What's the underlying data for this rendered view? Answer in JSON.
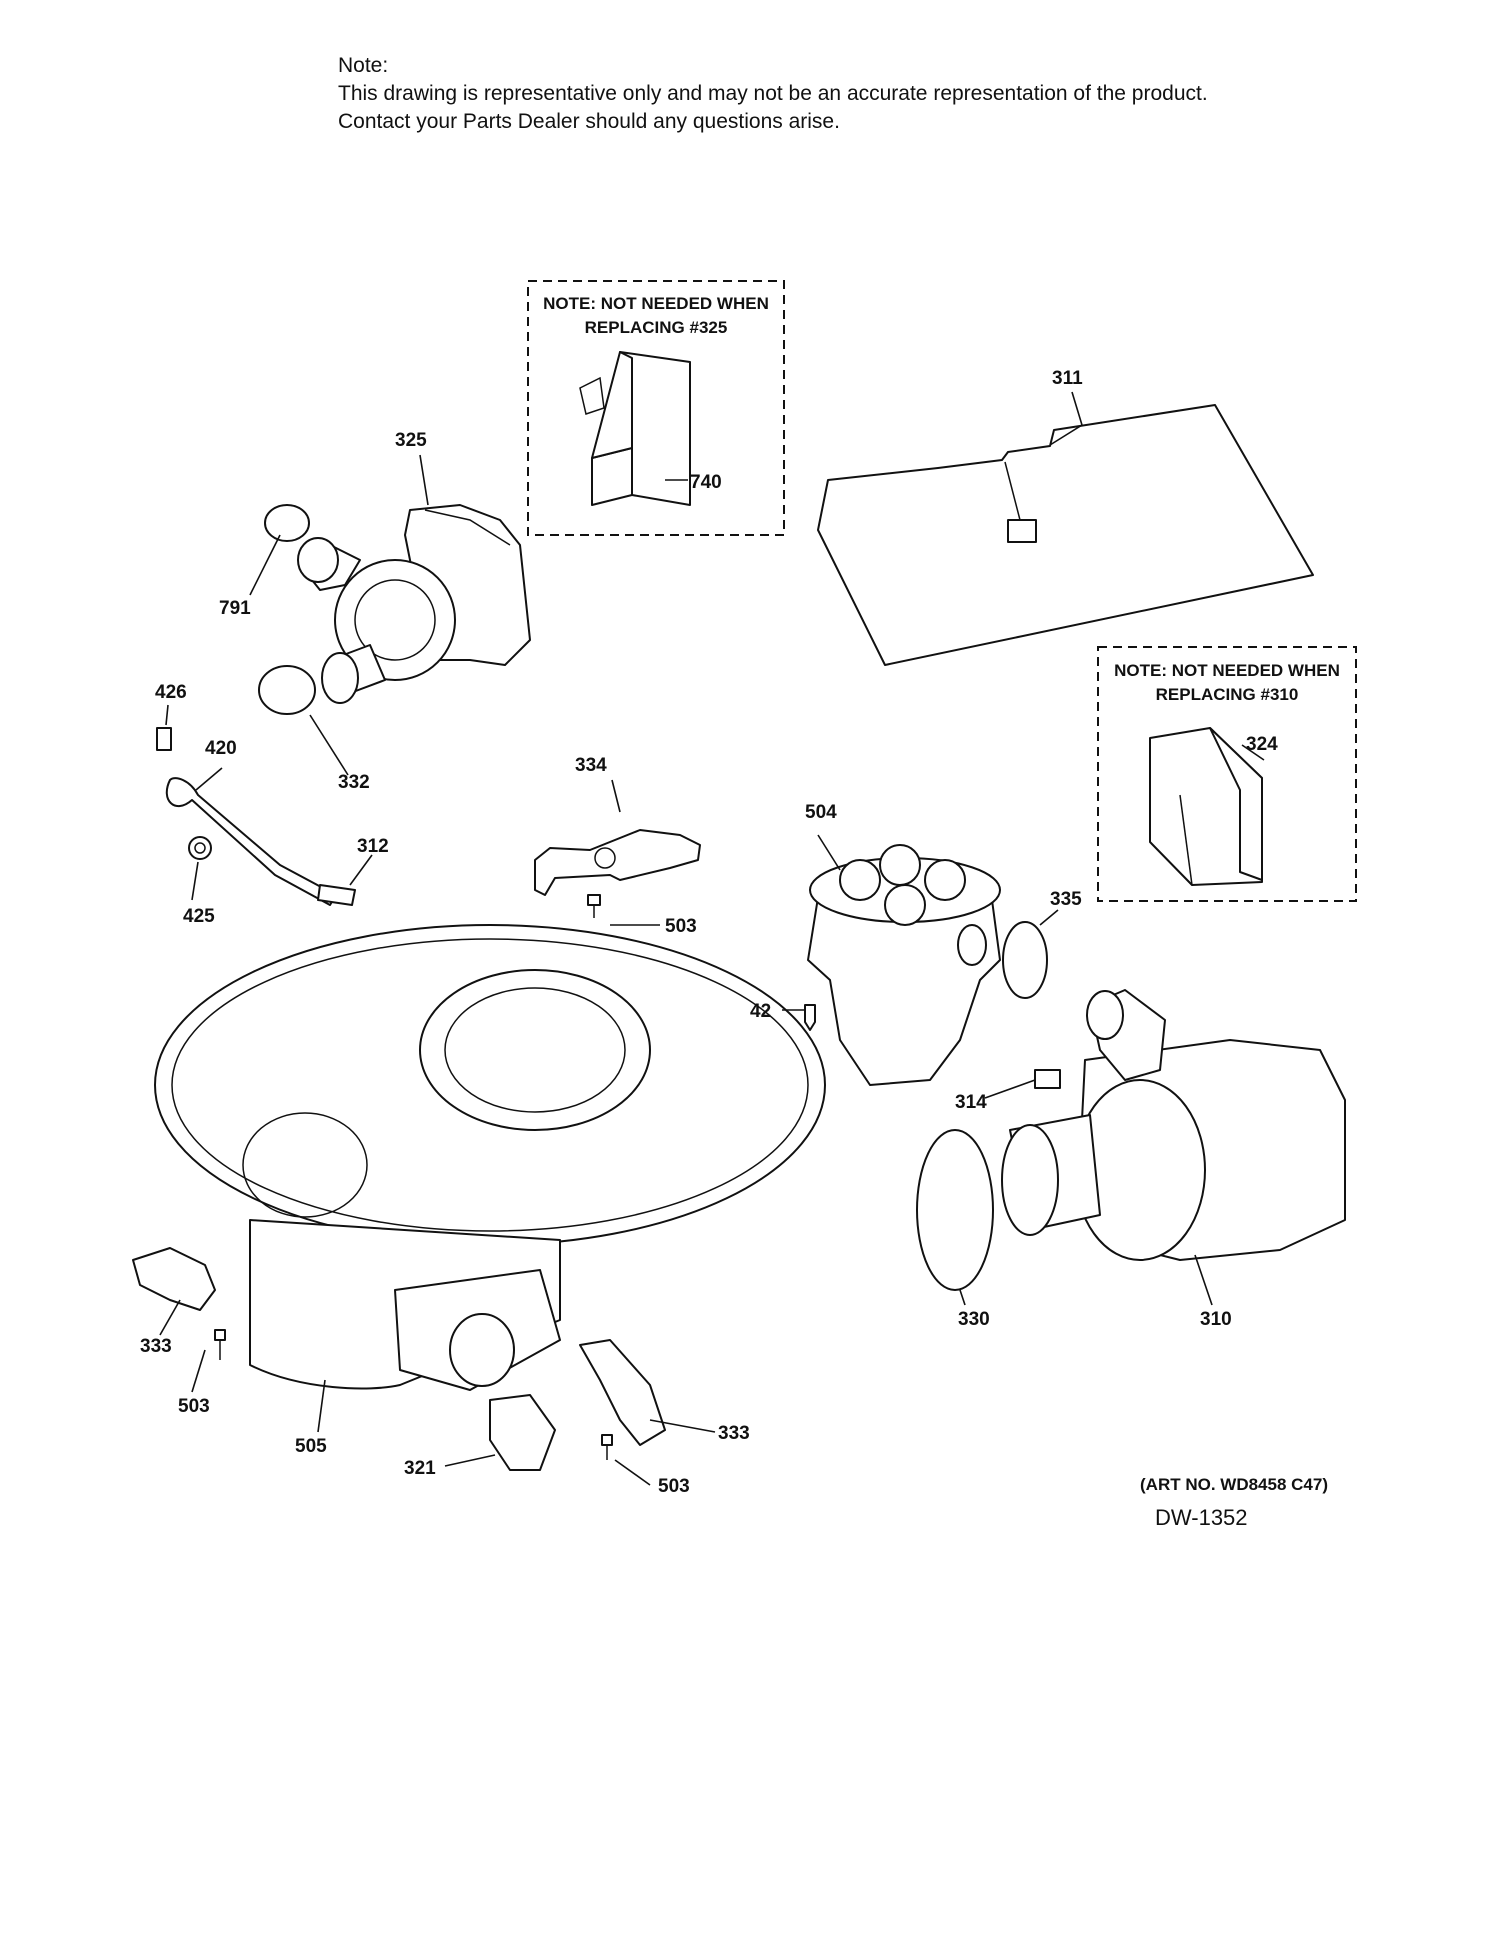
{
  "note": {
    "heading": "Note:",
    "line1": "This drawing is representative only and may not be an accurate representation of the product.",
    "line2": "Contact your Parts Dealer should any questions arise."
  },
  "boxes": {
    "box_325": {
      "line1": "NOTE: NOT NEEDED WHEN",
      "line2": "REPLACING #325"
    },
    "box_310": {
      "line1": "NOTE: NOT NEEDED WHEN",
      "line2": "REPLACING #310"
    }
  },
  "labels": {
    "p325": "325",
    "p740": "740",
    "p311": "311",
    "p791": "791",
    "p426": "426",
    "p420": "420",
    "p332": "332",
    "p334": "334",
    "p504": "504",
    "p324": "324",
    "p312": "312",
    "p425": "425",
    "p503a": "503",
    "p335": "335",
    "p42": "42",
    "p314": "314",
    "p333a": "333",
    "p330": "330",
    "p310": "310",
    "p503b": "503",
    "p505": "505",
    "p333b": "333",
    "p321": "321",
    "p503c": "503"
  },
  "footer": {
    "art_no": "(ART NO. WD8458 C47)",
    "drawing_id": "DW-1352"
  }
}
